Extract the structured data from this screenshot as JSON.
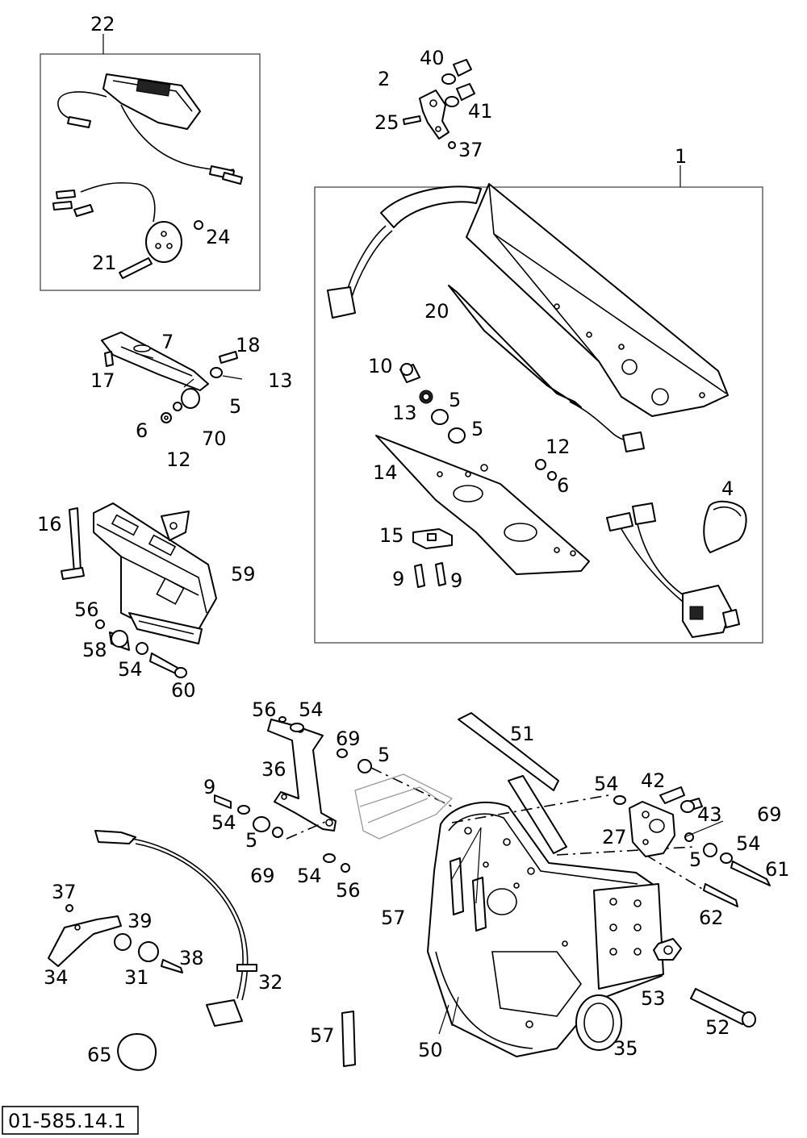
{
  "drawing_reference": "01-585.14.1",
  "colors": {
    "line": "#000000",
    "frame": "#555555",
    "background": "#ffffff"
  },
  "callouts": [
    {
      "id": "c22",
      "text": "22"
    },
    {
      "id": "c24",
      "text": "24"
    },
    {
      "id": "c21",
      "text": "21"
    },
    {
      "id": "c40",
      "text": "40"
    },
    {
      "id": "c2",
      "text": "2"
    },
    {
      "id": "c41",
      "text": "41"
    },
    {
      "id": "c25",
      "text": "25"
    },
    {
      "id": "c37a",
      "text": "37"
    },
    {
      "id": "c1",
      "text": "1"
    },
    {
      "id": "c20",
      "text": "20"
    },
    {
      "id": "c10",
      "text": "10"
    },
    {
      "id": "c13a",
      "text": "13"
    },
    {
      "id": "c5a",
      "text": "5"
    },
    {
      "id": "c5b",
      "text": "5"
    },
    {
      "id": "c12a",
      "text": "12"
    },
    {
      "id": "c14",
      "text": "14"
    },
    {
      "id": "c6a",
      "text": "6"
    },
    {
      "id": "c4",
      "text": "4"
    },
    {
      "id": "c15",
      "text": "15"
    },
    {
      "id": "c9a",
      "text": "9"
    },
    {
      "id": "c9b",
      "text": "9"
    },
    {
      "id": "c7",
      "text": "7"
    },
    {
      "id": "c18",
      "text": "18"
    },
    {
      "id": "c17",
      "text": "17"
    },
    {
      "id": "c13b",
      "text": "13"
    },
    {
      "id": "c5c",
      "text": "5"
    },
    {
      "id": "c6b",
      "text": "6"
    },
    {
      "id": "c70",
      "text": "70"
    },
    {
      "id": "c12b",
      "text": "12"
    },
    {
      "id": "c16",
      "text": "16"
    },
    {
      "id": "c59",
      "text": "59"
    },
    {
      "id": "c56a",
      "text": "56"
    },
    {
      "id": "c58",
      "text": "58"
    },
    {
      "id": "c54a",
      "text": "54"
    },
    {
      "id": "c60",
      "text": "60"
    },
    {
      "id": "c56b",
      "text": "56"
    },
    {
      "id": "c54b",
      "text": "54"
    },
    {
      "id": "c69a",
      "text": "69"
    },
    {
      "id": "c5d",
      "text": "5"
    },
    {
      "id": "c36",
      "text": "36"
    },
    {
      "id": "c51",
      "text": "51"
    },
    {
      "id": "c9c",
      "text": "9"
    },
    {
      "id": "c54c",
      "text": "54"
    },
    {
      "id": "c5e",
      "text": "5"
    },
    {
      "id": "c69b",
      "text": "69"
    },
    {
      "id": "c54d",
      "text": "54"
    },
    {
      "id": "c56c",
      "text": "56"
    },
    {
      "id": "c54e",
      "text": "54"
    },
    {
      "id": "c42",
      "text": "42"
    },
    {
      "id": "c43",
      "text": "43"
    },
    {
      "id": "c69c",
      "text": "69"
    },
    {
      "id": "c27",
      "text": "27"
    },
    {
      "id": "c54f",
      "text": "54"
    },
    {
      "id": "c5f",
      "text": "5"
    },
    {
      "id": "c61",
      "text": "61"
    },
    {
      "id": "c62",
      "text": "62"
    },
    {
      "id": "c37b",
      "text": "37"
    },
    {
      "id": "c39",
      "text": "39"
    },
    {
      "id": "c38",
      "text": "38"
    },
    {
      "id": "c34",
      "text": "34"
    },
    {
      "id": "c31",
      "text": "31"
    },
    {
      "id": "c32",
      "text": "32"
    },
    {
      "id": "c57a",
      "text": "57"
    },
    {
      "id": "c53",
      "text": "53"
    },
    {
      "id": "c52",
      "text": "52"
    },
    {
      "id": "c65",
      "text": "65"
    },
    {
      "id": "c57b",
      "text": "57"
    },
    {
      "id": "c50",
      "text": "50"
    },
    {
      "id": "c35",
      "text": "35"
    }
  ]
}
